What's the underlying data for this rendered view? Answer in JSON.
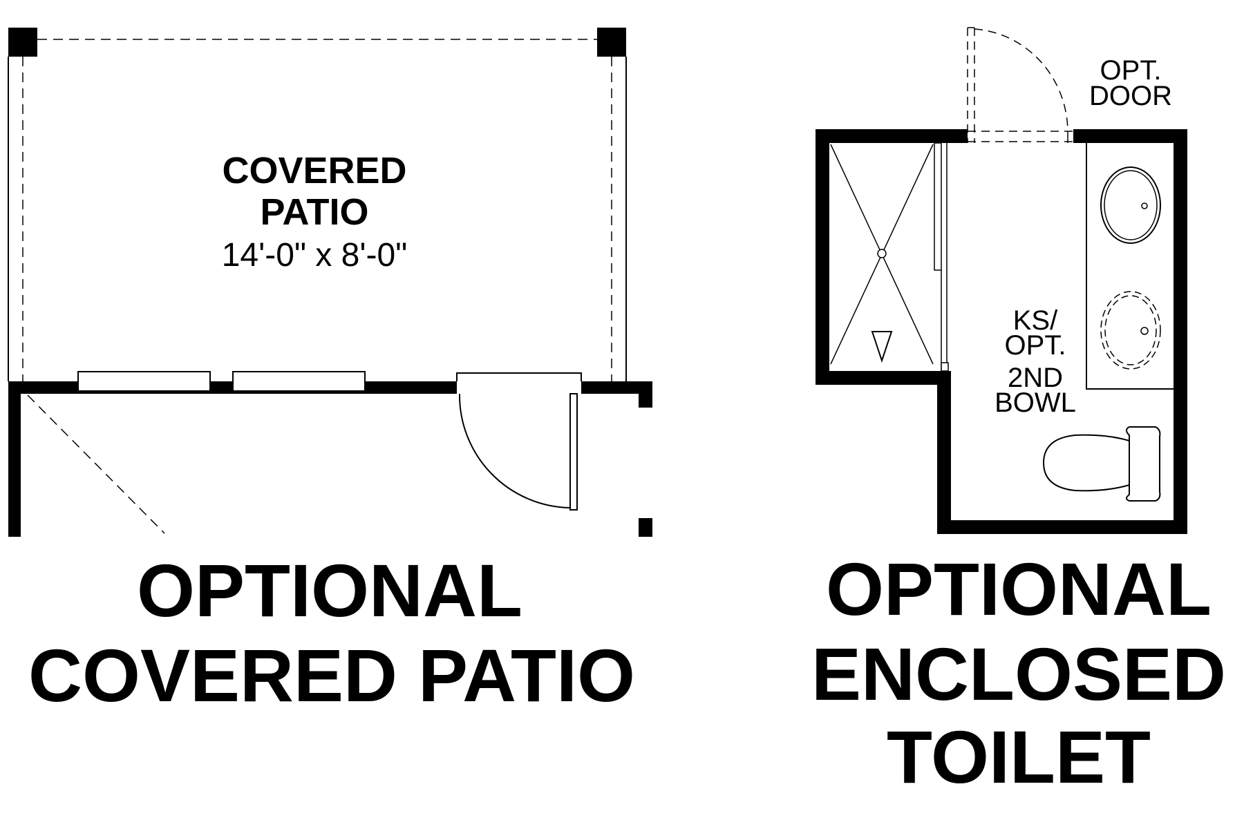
{
  "patio_plan": {
    "room_name_line1": "COVERED",
    "room_name_line2": "PATIO",
    "room_dimensions": "14'-0\" x 8'-0\"",
    "caption_line1": "OPTIONAL",
    "caption_line2": "COVERED PATIO"
  },
  "toilet_plan": {
    "door_label_line1": "OPT.",
    "door_label_line2": "DOOR",
    "bowl_label_line1": "KS/",
    "bowl_label_line2": "OPT.",
    "bowl_label_line3": "2ND",
    "bowl_label_line4": "BOWL",
    "caption_line1": "OPTIONAL",
    "caption_line2": "ENCLOSED",
    "caption_line3": "TOILET"
  },
  "colors": {
    "ink": "#000000",
    "paper": "#ffffff"
  }
}
